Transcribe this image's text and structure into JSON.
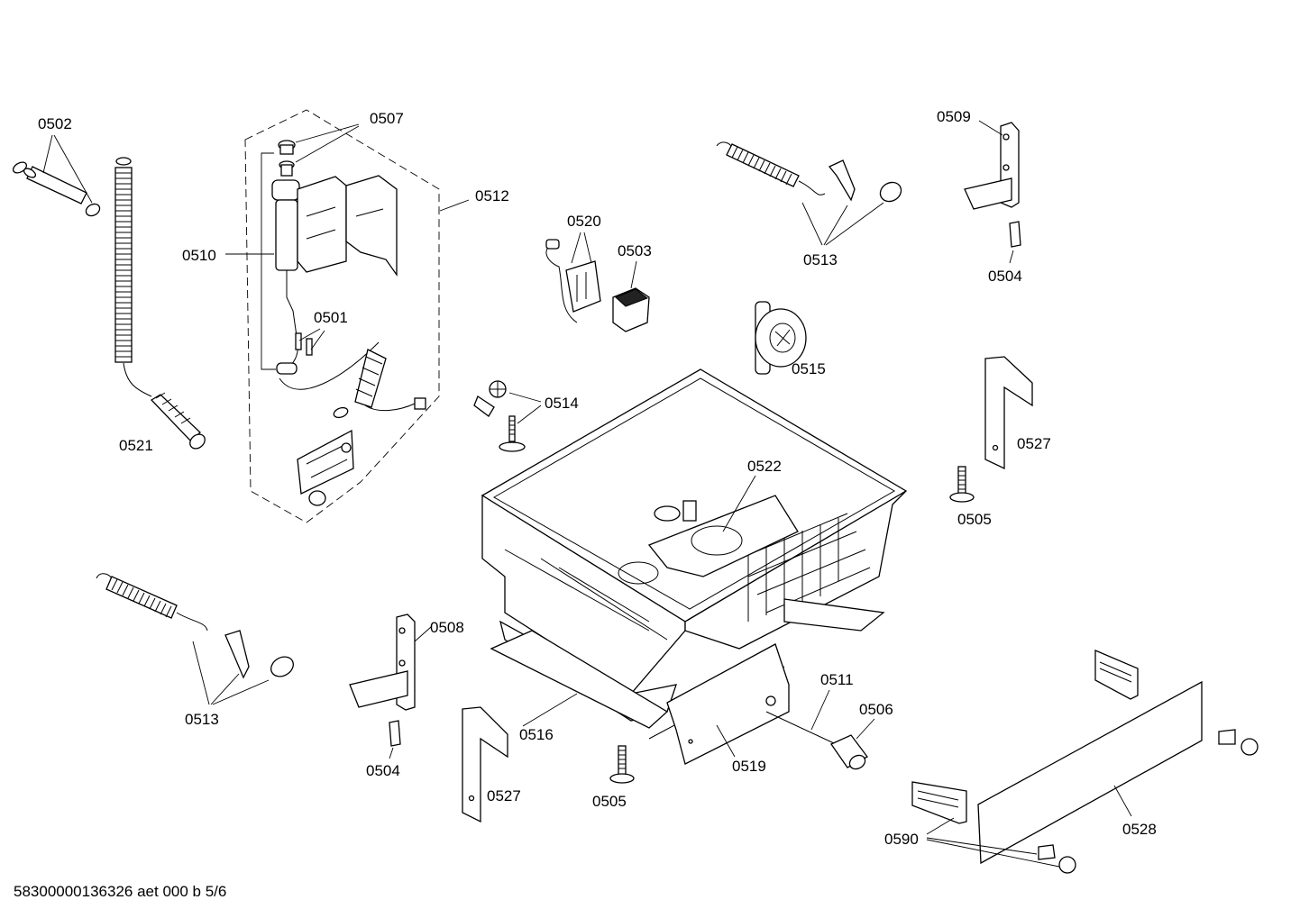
{
  "labels": {
    "l0502": "0502",
    "l0507": "0507",
    "l0512": "0512",
    "l0510": "0510",
    "l0501": "0501",
    "l0521": "0521",
    "l0520": "0520",
    "l0503": "0503",
    "l0513a": "0513",
    "l0509": "0509",
    "l0504a": "0504",
    "l0515": "0515",
    "l0514": "0514",
    "l0522": "0522",
    "l0527a": "0527",
    "l0505a": "0505",
    "l0508": "0508",
    "l0513b": "0513",
    "l0504b": "0504",
    "l0516": "0516",
    "l0527b": "0527",
    "l0505b": "0505",
    "l0519": "0519",
    "l0511": "0511",
    "l0506": "0506",
    "l0528": "0528",
    "l0590": "0590"
  },
  "footer": "58300000136326 aet 000 b 5/6"
}
